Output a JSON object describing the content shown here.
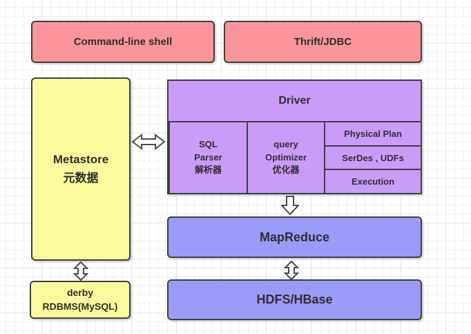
{
  "clients": {
    "command_line_shell": "Command-line shell",
    "thrift_jdbc": "Thrift/JDBC"
  },
  "metastore": {
    "line1": "Metastore",
    "line2": "元数据"
  },
  "driver": {
    "title": "Driver",
    "sql_parser": {
      "line1": "SQL",
      "line2": "Parser",
      "line3": "解析器"
    },
    "query_optimizer": {
      "line1": "query",
      "line2": "Optimizer",
      "line3": "优化器"
    },
    "stages": [
      "Physical Plan",
      "SerDes , UDFs",
      "Execution"
    ]
  },
  "execution_layer": {
    "mapreduce": "MapReduce",
    "storage": "HDFS/HBase"
  },
  "metastore_db": {
    "line1": "derby",
    "line2": "RDBMS(MySQL)"
  },
  "icons": {
    "metastore_driver_arrow": "horizontal-double-arrow",
    "driver_mapreduce_arrow": "down-arrow",
    "mapreduce_hdfs_arrow": "vertical-double-arrow",
    "metastore_derby_arrow": "vertical-double-arrow"
  },
  "colors": {
    "client_fill": "#fb949b",
    "purple_fill": "#ca9cfa",
    "blue_fill": "#9b9bfa",
    "yellow_fill": "#fbfb9e",
    "border": "#3f3f3f",
    "text": "#2f2f2f",
    "grid_minor": "#f1f1f4",
    "grid_major": "#e6e6ec",
    "background": "#ffffff"
  }
}
